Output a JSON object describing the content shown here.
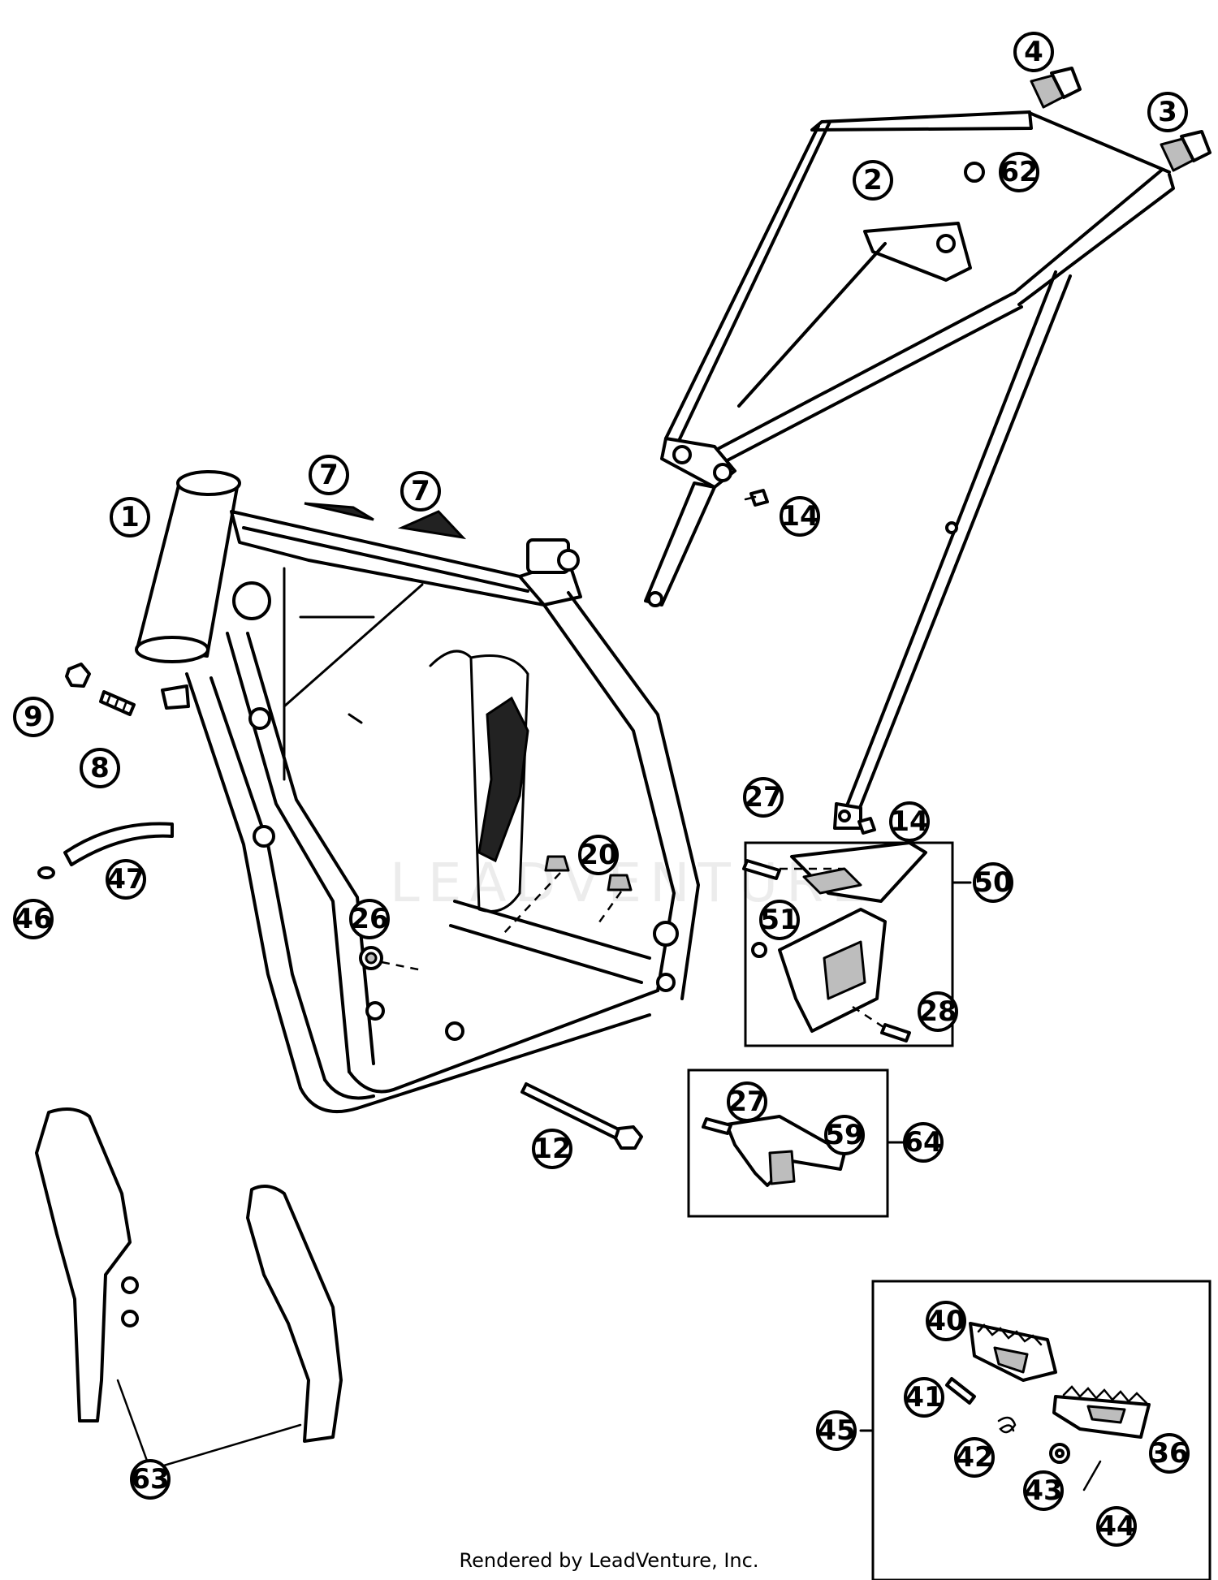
{
  "watermark": "LEADVENTURE",
  "footer": "Rendered by LeadVenture, Inc.",
  "callouts": {
    "c1": "1",
    "c2": "2",
    "c3": "3",
    "c4": "4",
    "c7a": "7",
    "c7b": "7",
    "c8": "8",
    "c9": "9",
    "c12": "12",
    "c14a": "14",
    "c14b": "14",
    "c20": "20",
    "c26": "26",
    "c27a": "27",
    "c27b": "27",
    "c28": "28",
    "c36": "36",
    "c40": "40",
    "c41": "41",
    "c42": "42",
    "c43": "43",
    "c44": "44",
    "c45": "45",
    "c46": "46",
    "c47": "47",
    "c50": "50",
    "c51": "51",
    "c59": "59",
    "c62": "62",
    "c63": "63",
    "c64": "64"
  }
}
